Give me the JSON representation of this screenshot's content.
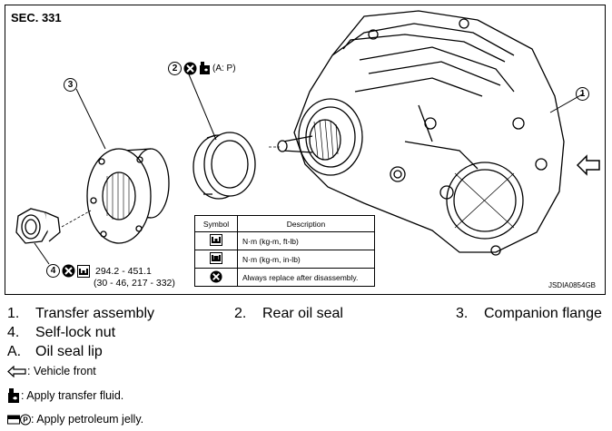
{
  "diagram": {
    "section_label": "SEC. 331",
    "figure_id": "JSDIA0854GB",
    "callouts": {
      "item1": "1",
      "item2": "2",
      "item3": "3",
      "item4": "4",
      "item2_annotation": "(A:  P)",
      "item4_torque_line1": "294.2 - 451.1",
      "item4_torque_line2": "(30 - 46, 217 - 332)"
    },
    "symbol_table": {
      "headers": [
        "Symbol",
        "Description"
      ],
      "rows": [
        {
          "icon": "torque-wrench-icon",
          "description": "N·m (kg-m, ft-lb)"
        },
        {
          "icon": "torque-wrench-small-icon",
          "description": "N·m (kg-m, in-lb)"
        },
        {
          "icon": "replace-x-icon",
          "description": "Always replace after disassembly."
        }
      ]
    }
  },
  "legend": {
    "items": [
      {
        "number": "1.",
        "label": "Transfer assembly"
      },
      {
        "number": "2.",
        "label": "Rear oil seal"
      },
      {
        "number": "3.",
        "label": "Companion flange"
      },
      {
        "number": "4.",
        "label": "Self-lock nut"
      }
    ],
    "letter_item": {
      "letter": "A.",
      "label": "Oil seal lip"
    },
    "notes": [
      {
        "icon": "vehicle-front-arrow-icon",
        "text": ": Vehicle front"
      },
      {
        "icon": "transfer-fluid-icon",
        "text": ": Apply transfer fluid."
      },
      {
        "icon": "petroleum-jelly-icon",
        "text": ": Apply petroleum jelly."
      }
    ]
  }
}
